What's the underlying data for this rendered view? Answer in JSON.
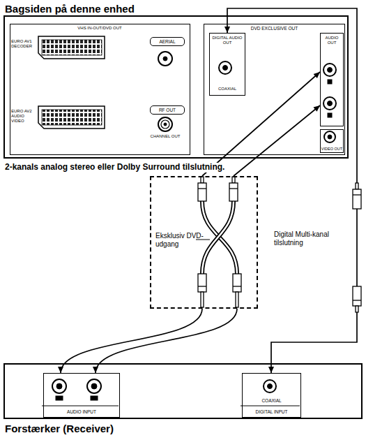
{
  "diagram": {
    "nodes": [
      {
        "text": [
          "Bagsiden på denne enhed"
        ]
      },
      {
        "text": [
          "VHS IN-OUT/DVD OUT"
        ],
        "in": 0
      },
      {
        "text": [
          "AERIAL"
        ],
        "in": 1
      },
      {
        "text": [
          "RF OUT"
        ],
        "in": 1
      },
      {
        "text": [
          "DVD EXCLUSIVE OUT"
        ],
        "in": 0
      },
      {
        "text": [
          "DIGITAL AUDIO OUT",
          "COAXIAL"
        ],
        "in": 4
      },
      {
        "text": [
          "AUDIO OUT"
        ],
        "in": 4
      },
      {
        "text": [
          "VIDEO OUT"
        ],
        "in": 4
      },
      {
        "text": [
          "Eksklusiv DVD-udgang"
        ]
      },
      {
        "text": [
          "Forstærker (Receiver)"
        ]
      },
      {
        "text": [
          "AUDIO INPUT"
        ],
        "in": 9
      },
      {
        "text": [
          "COAXIAL",
          "DIGITAL INPUT"
        ],
        "in": 9
      }
    ],
    "edges": [
      {
        "from": 8,
        "to": 6,
        "arrow": "to"
      },
      {
        "from": 8,
        "to": 10,
        "arrow": "to"
      },
      {
        "from": 5,
        "to": 11,
        "arrow": "both",
        "label": "Digital Multi-kanal tilslutning"
      }
    ],
    "labels": [
      "EURO AV1 DECODER",
      "EURO AV2 AUDIO VIDEO",
      "CHANNEL OUT",
      "2-kanals analog stereo eller Dolby Surround tilslutning."
    ]
  }
}
